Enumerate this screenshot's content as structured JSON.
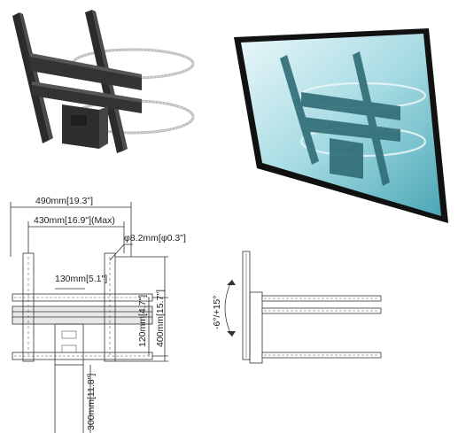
{
  "colors": {
    "mount_dark": "#2b2b2b",
    "mount_mid": "#3d3d3d",
    "strap": "#c8c8c8",
    "tv_frame": "#111111",
    "tv_screen_light": "#d8f0f3",
    "tv_screen_dark": "#5fb3c0",
    "drawing_line": "#333333"
  },
  "front_view": {
    "width_outer": "490mm[19.3\"]",
    "width_inner": "430mm[16.9\"](Max)",
    "hole_diameter": "φ8.2mm[φ0.3\"]",
    "rail_gap": "130mm[5.1\"]",
    "height_small": "120mm[4.7\"]",
    "height_large": "400mm[15.7\"]",
    "drop_height": "300mm[11.8\"]"
  },
  "side_view": {
    "tilt_range": "-6°/+15°"
  }
}
